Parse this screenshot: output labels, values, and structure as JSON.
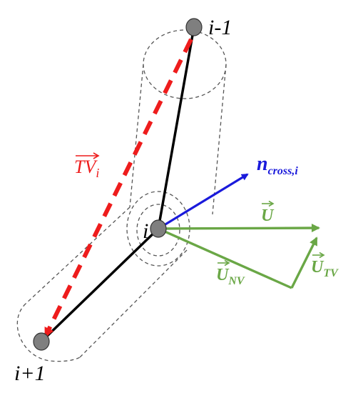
{
  "nodes": {
    "prev": {
      "label": "i-1"
    },
    "curr": {
      "label": "i"
    },
    "next": {
      "label": "i+1"
    }
  },
  "vectors": {
    "tv": {
      "base": "TV",
      "sub": "i",
      "color": "#ee1c1c"
    },
    "n_cross": {
      "base": "n",
      "sub": "cross,i",
      "color": "#1a1adb"
    },
    "u": {
      "base": "U",
      "color": "#6aa746"
    },
    "u_nv": {
      "base": "U",
      "sub": "NV",
      "color": "#6aa746"
    },
    "u_tv": {
      "base": "U",
      "sub": "TV",
      "color": "#6aa746"
    }
  },
  "colors": {
    "segment": "#000000",
    "node_fill": "#7f7f7f",
    "cylinder": "#555555"
  }
}
